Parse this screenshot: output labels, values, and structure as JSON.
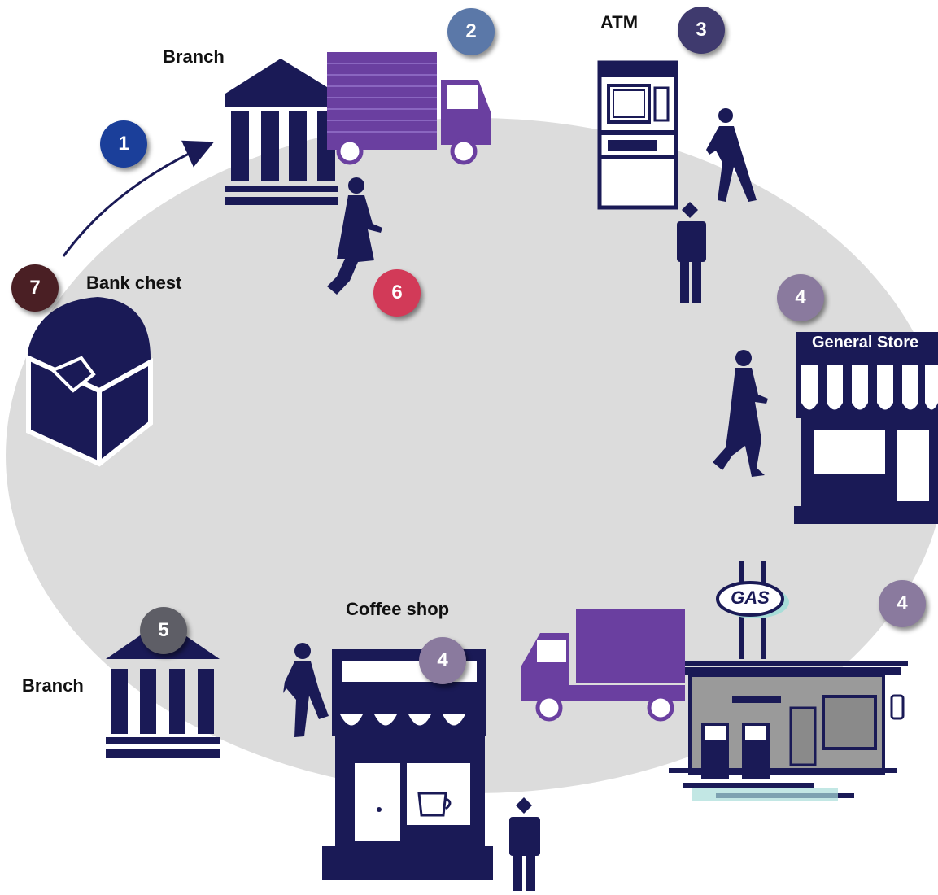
{
  "labels": {
    "branch_top": "Branch",
    "atm": "ATM",
    "bank_chest": "Bank chest",
    "general_store": "General Store",
    "coffee_shop": "Coffee shop",
    "branch_bottom": "Branch",
    "gas_sign": "GAS"
  },
  "steps": [
    {
      "id": "step-1",
      "number": "1",
      "color": "#1b3f9a"
    },
    {
      "id": "step-2",
      "number": "2",
      "color": "#5b78a8"
    },
    {
      "id": "step-3",
      "number": "3",
      "color": "#3f3a6e"
    },
    {
      "id": "step-4-store",
      "number": "4",
      "color": "#8a7a9e"
    },
    {
      "id": "step-4-gas",
      "number": "4",
      "color": "#8a7a9e"
    },
    {
      "id": "step-4-coffee",
      "number": "4",
      "color": "#8a7a9e"
    },
    {
      "id": "step-5",
      "number": "5",
      "color": "#5e5e66"
    },
    {
      "id": "step-6",
      "number": "6",
      "color": "#d23a58"
    },
    {
      "id": "step-7",
      "number": "7",
      "color": "#4a1f24"
    }
  ],
  "colors": {
    "navy": "#1a1a56",
    "purple": "#6a3fa0",
    "ellipse": "#dcdcdc"
  }
}
